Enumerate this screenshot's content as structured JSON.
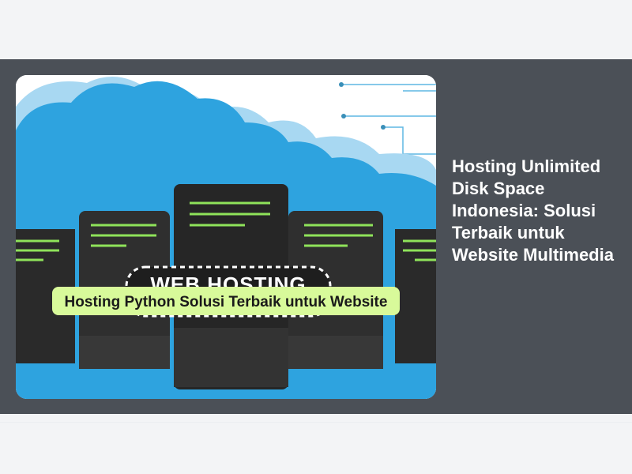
{
  "article": {
    "headline": "Hosting Unlimited Disk Space Indonesia: Solusi Terbaik untuk Website Multimedia",
    "image": {
      "caption": "Hosting Python Solusi Terbaik untuk Website",
      "watermark": "WEB HOSTING"
    }
  },
  "colors": {
    "banner_bg": "#4b5057",
    "page_bg": "#f3f4f6",
    "cloud_blue": "#2ea3df",
    "cloud_light": "#a8d8f2",
    "server_dark": "#2a2a2a",
    "server_line_green": "#8fe35a",
    "caption_bg": "#d8fa9a"
  }
}
